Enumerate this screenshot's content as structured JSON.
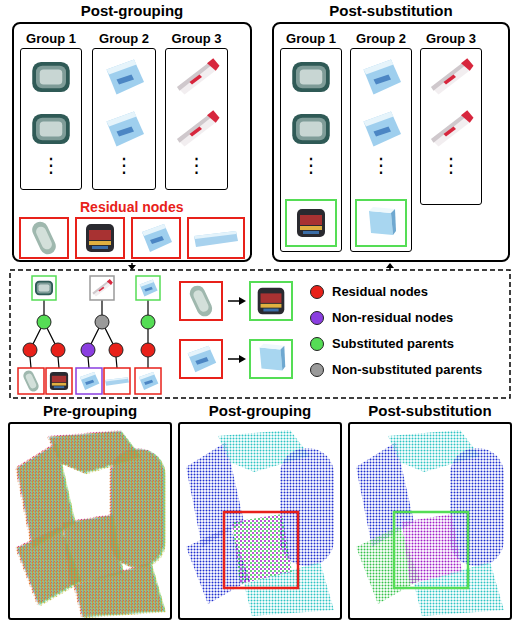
{
  "diagram": {
    "nodes": [
      {
        "text": [
          "Post-grouping"
        ]
      },
      {
        "text": [
          "Group 1",
          "⋮"
        ],
        "in": 0
      },
      {
        "text": [
          "Group 2",
          "⋮"
        ],
        "in": 0
      },
      {
        "text": [
          "Group 3",
          "⋮"
        ],
        "in": 0
      },
      {
        "text": [
          "Post-substitution"
        ]
      },
      {
        "text": [
          "Group 1",
          "⋮"
        ],
        "in": 4
      },
      {
        "text": [
          "Group 2",
          "⋮"
        ],
        "in": 4
      },
      {
        "text": [
          "Group 3",
          "⋮"
        ],
        "in": 4
      },
      {
        "text": [
          "Pre-grouping"
        ]
      },
      {
        "text": [
          "Post-grouping"
        ]
      },
      {
        "text": [
          "Post-substitution"
        ]
      }
    ],
    "labels": [
      "Residual nodes"
    ],
    "legend": [
      {
        "text": "Residual nodes",
        "color": "#e8211a"
      },
      {
        "text": "Non-residual nodes",
        "color": "#8a3ee0"
      },
      {
        "text": "Substituted parents",
        "color": "#55dd55"
      },
      {
        "text": "Non-substituted parents",
        "color": "#9a9a9a"
      }
    ]
  }
}
